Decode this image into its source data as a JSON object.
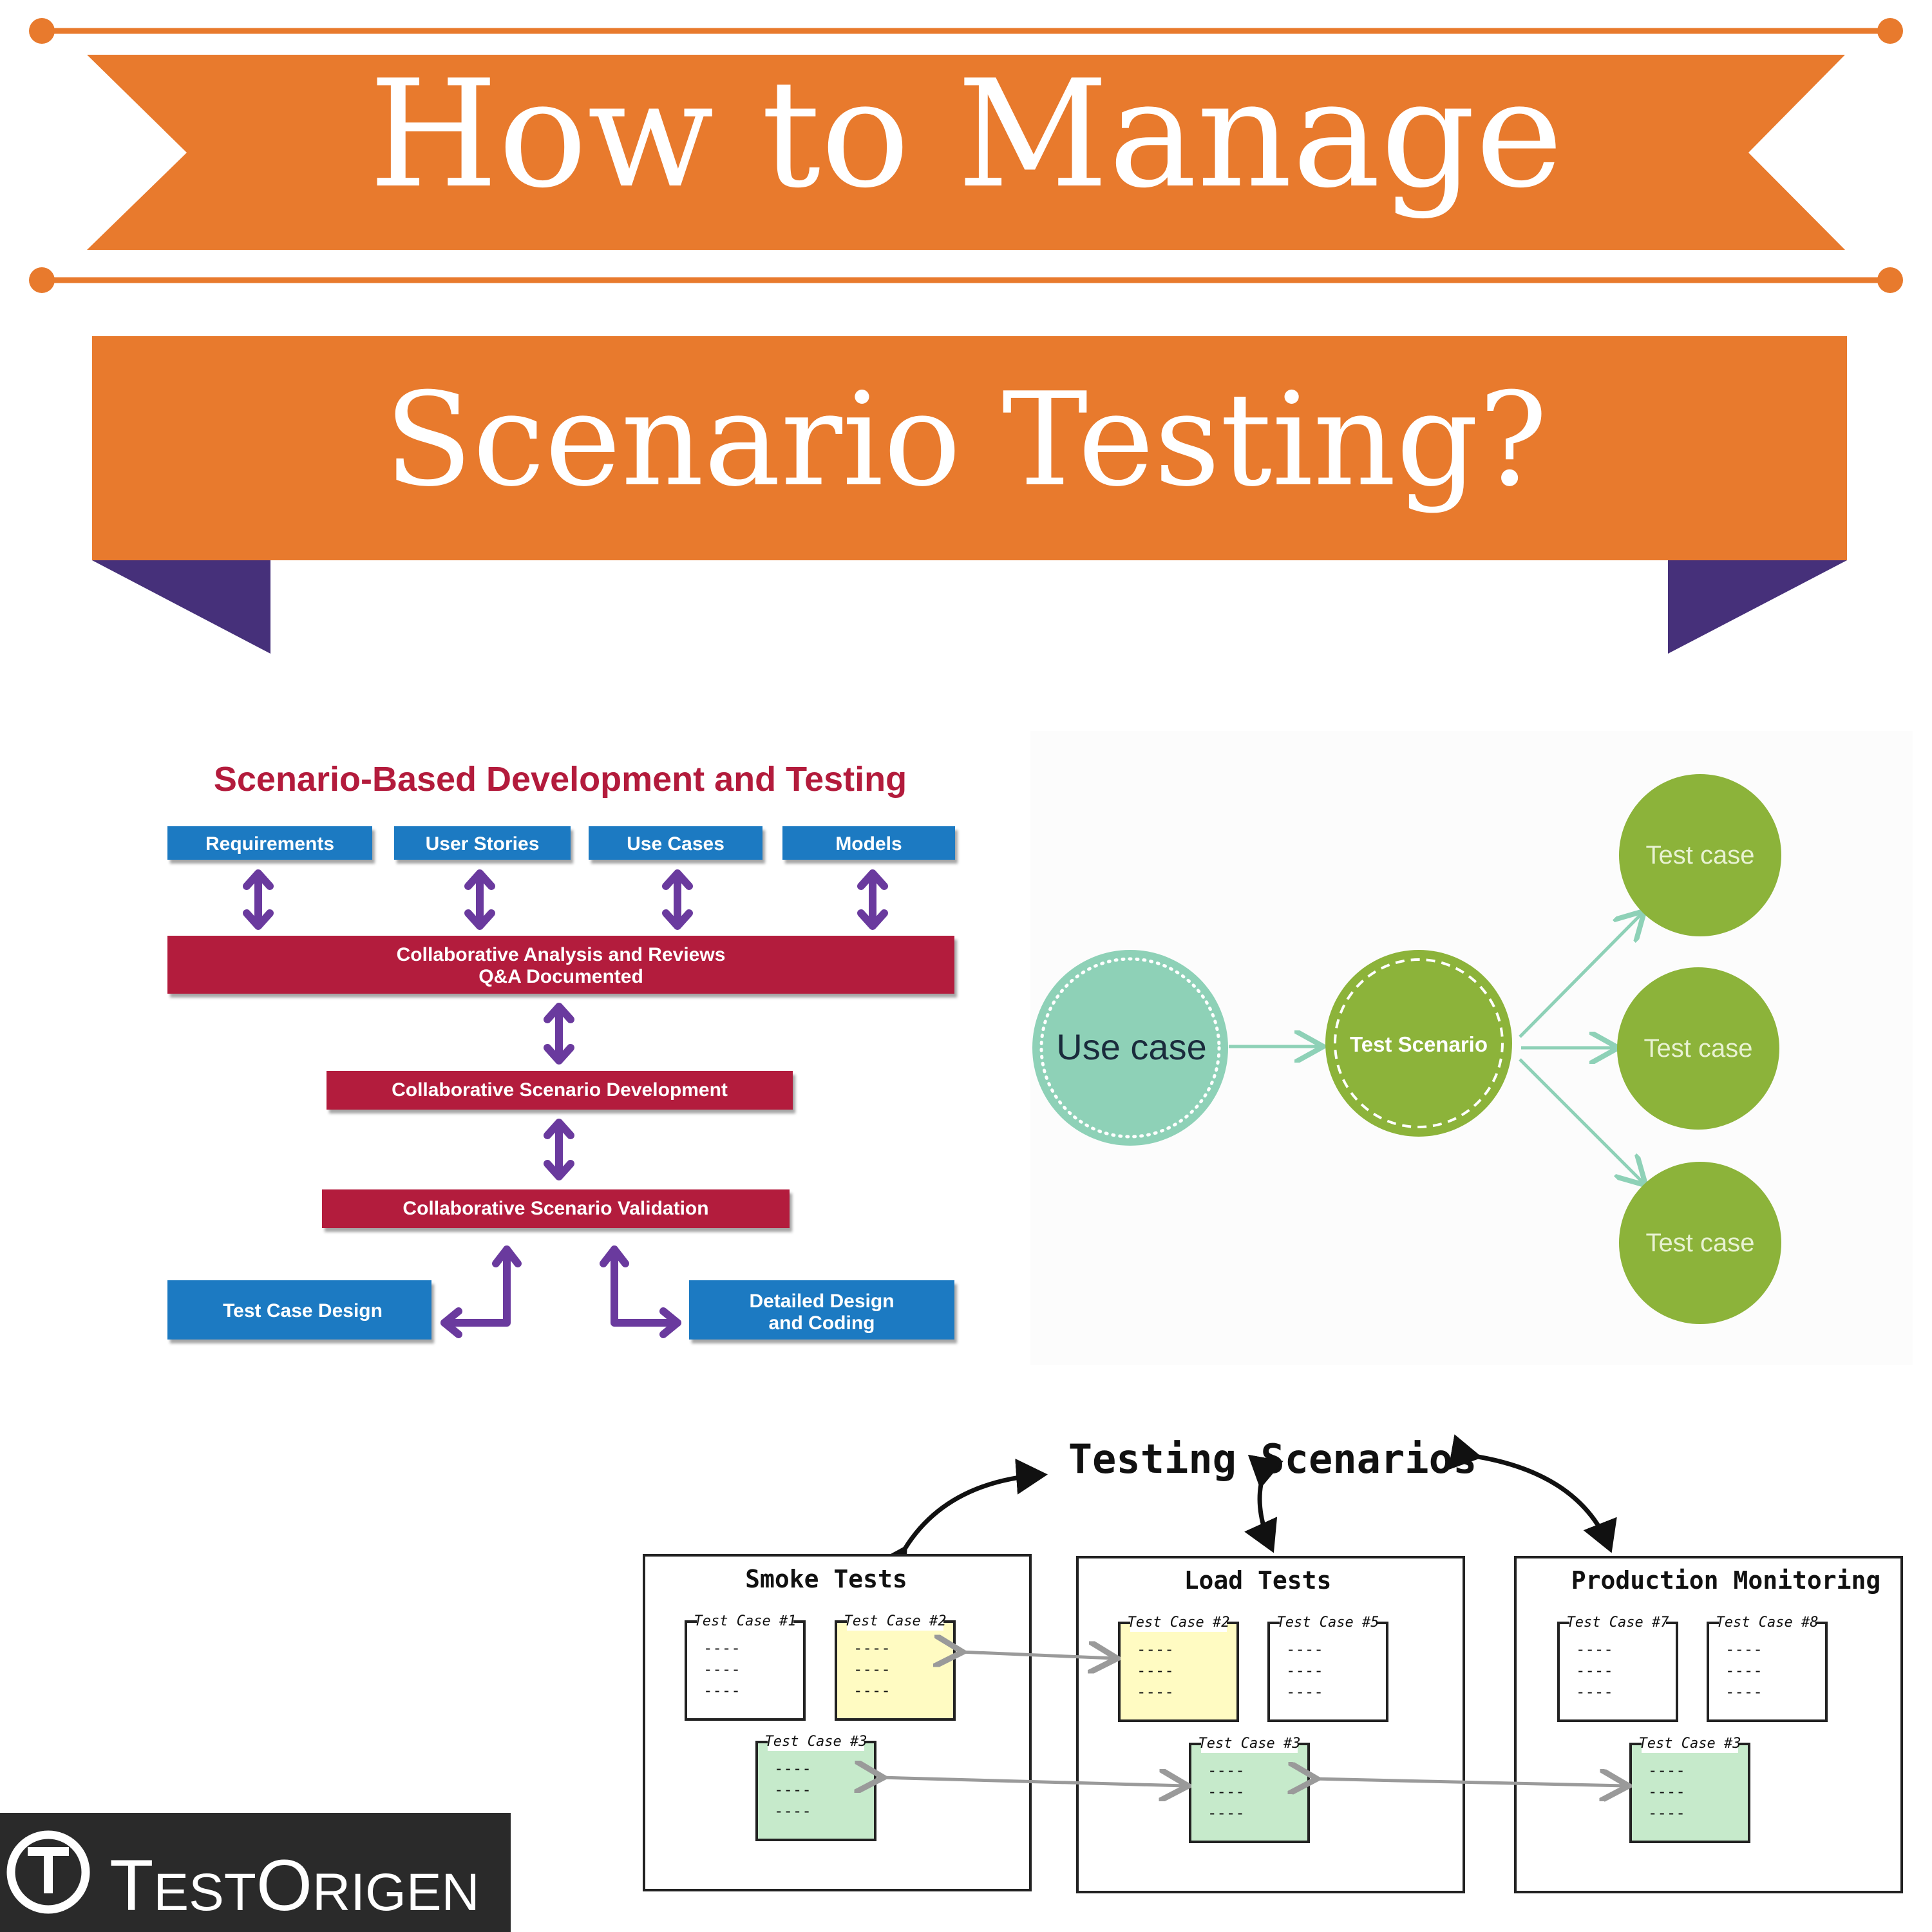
{
  "header": {
    "title_line1": "How to Manage",
    "title_line2": "Scenario Testing?"
  },
  "colors": {
    "orange": "#E87A2D",
    "purple": "#46307A",
    "blue": "#1E7AC2",
    "crimson": "#B31B3C",
    "arrow_purple": "#6A3A9E",
    "teal": "#8ED1B7",
    "green": "#8CB33A",
    "yellow_note": "#FFFBC2",
    "green_note": "#C6EACB",
    "dark": "#2A2A2A",
    "title_red": "#B31B3C"
  },
  "sbdt": {
    "title": "Scenario-Based Development and Testing",
    "top_boxes": [
      "Requirements",
      "User Stories",
      "Use Cases",
      "Models"
    ],
    "analysis_line1": "Collaborative Analysis and Reviews",
    "analysis_line2": "Q&A Documented",
    "development": "Collaborative Scenario Development",
    "validation": "Collaborative Scenario Validation",
    "test_case_design": "Test Case Design",
    "detailed_line1": "Detailed Design",
    "detailed_line2": "and Coding"
  },
  "flow": {
    "use_case": "Use case",
    "test_scenario": "Test Scenario",
    "test_cases": [
      "Test case",
      "Test case",
      "Test case"
    ]
  },
  "testing": {
    "title": "Testing Scenarios",
    "groups": [
      {
        "name": "Smoke Tests",
        "cases": [
          "Test Case #1",
          "Test Case #2",
          "Test Case #3"
        ]
      },
      {
        "name": "Load Tests",
        "cases": [
          "Test Case #2",
          "Test Case #5",
          "Test Case #3"
        ]
      },
      {
        "name": "Production Monitoring",
        "cases": [
          "Test Case #7",
          "Test Case #8",
          "Test Case #3"
        ]
      }
    ],
    "dash": "----"
  },
  "logo": {
    "brand": "TestOrigen",
    "letters": {
      "t1": "T",
      "est": "EST",
      "o": "O",
      "rigen": "RIGEN"
    }
  }
}
